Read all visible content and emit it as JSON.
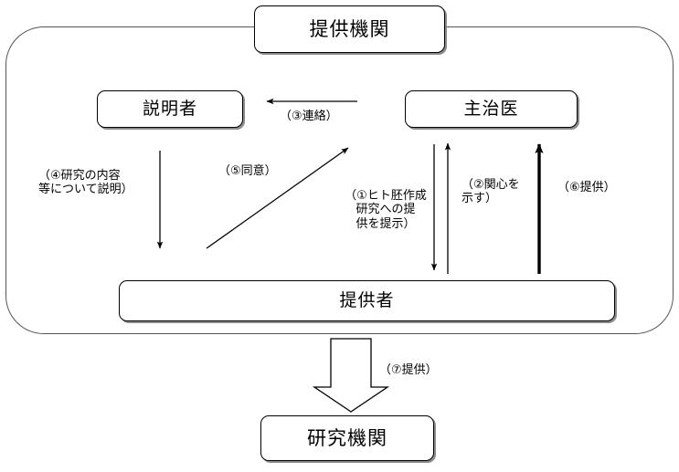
{
  "diagram": {
    "title_node": "提供機関",
    "nodes": [
      {
        "id": "teikyou-kikan",
        "label": "提供機関"
      },
      {
        "id": "setsumeisha",
        "label": "説明者"
      },
      {
        "id": "shujii",
        "label": "主治医"
      },
      {
        "id": "teikyousha",
        "label": "提供者"
      },
      {
        "id": "kenkyu-kikan",
        "label": "研究機関"
      }
    ],
    "edges": [
      {
        "id": "edge-1",
        "label": "（①ヒト胚作成\n研究への提\n供を提示）",
        "from": "shujii",
        "to": "teikyousha",
        "style": "thin-down"
      },
      {
        "id": "edge-2",
        "label": "（②関心を\n示す）",
        "from": "teikyousha",
        "to": "shujii",
        "style": "thin-up"
      },
      {
        "id": "edge-3",
        "label": "（③連絡）",
        "from": "shujii",
        "to": "setsumeisha",
        "style": "thin-left"
      },
      {
        "id": "edge-4",
        "label": "（④研究の内容\n等について説明）",
        "from": "setsumeisha",
        "to": "teikyousha",
        "style": "thin-down"
      },
      {
        "id": "edge-5",
        "label": "（⑤同意）",
        "from": "teikyousha",
        "to": "setsumeisha",
        "style": "thin-diagonal-up"
      },
      {
        "id": "edge-6",
        "label": "（⑥提供）",
        "from": "teikyousha",
        "to": "shujii",
        "style": "thick-up"
      },
      {
        "id": "edge-7",
        "label": "（⑦提供）",
        "from": "teikyousha",
        "to": "kenkyu-kikan",
        "style": "block-arrow-down"
      }
    ],
    "colors": {
      "stroke": "#000000",
      "container_stroke": "#555555",
      "background": "#ffffff",
      "shadow": "#787878"
    }
  }
}
